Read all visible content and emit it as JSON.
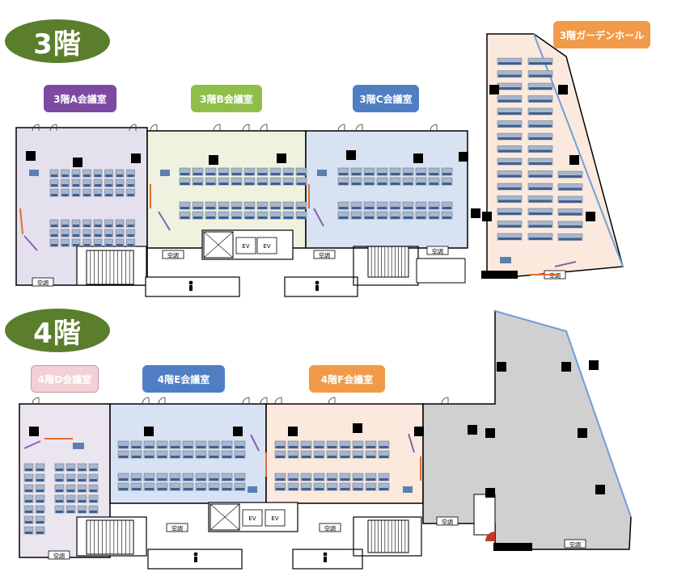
{
  "floors": [
    {
      "label": "3階"
    },
    {
      "label": "4階"
    }
  ],
  "rooms": [
    {
      "label": "3階A会議室",
      "color": "#7d4aa3",
      "fill": "#e5e0ee"
    },
    {
      "label": "3階B会議室",
      "color": "#8fbf4a",
      "fill": "#eef2df"
    },
    {
      "label": "3階C会議室",
      "color": "#4f7fc2",
      "fill": "#d7e2f2"
    },
    {
      "label": "3階ガーデンホール",
      "color": "#f19a49",
      "fill": "#fbe9dd"
    },
    {
      "label": "4階D会議室",
      "color": "#f2d0d5",
      "fill": "#ebe5f0"
    },
    {
      "label": "4階E会議室",
      "color": "#4f7fc2",
      "fill": "#d7e2f2"
    },
    {
      "label": "4階F会議室",
      "color": "#f19a49",
      "fill": "#fbe9dd"
    }
  ],
  "labels": {
    "ac": "空調",
    "ev": "EV"
  },
  "colors": {
    "gray_area": "#d0d0d0",
    "wall": "#000000",
    "desk": "#a9b7cc",
    "chair": "#3f5f8f"
  }
}
